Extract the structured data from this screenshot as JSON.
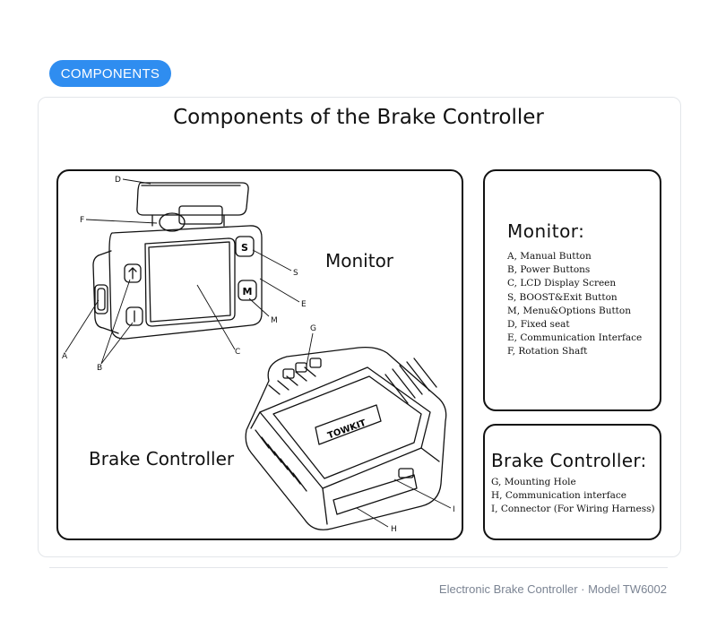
{
  "tag": "COMPONENTS",
  "title": "Components of the Brake Controller",
  "diagram": {
    "monitor_label": "Monitor",
    "brake_label": "Brake Controller",
    "brand": "TOWKIT",
    "button_s": "S",
    "button_m": "M",
    "callouts": {
      "A": "A",
      "B": "B",
      "C": "C",
      "D": "D",
      "E": "E",
      "F": "F",
      "G": "G",
      "H": "H",
      "I": "I",
      "M": "M",
      "S": "S"
    }
  },
  "monitor_panel": {
    "heading": "Monitor:",
    "items": [
      "A,  Manual Button",
      "B,  Power Buttons",
      "C,  LCD Display Screen",
      "S,  BOOST&Exit Button",
      "M,  Menu&Options Button",
      "D,  Fixed seat",
      "E,  Communication Interface",
      "F,  Rotation Shaft"
    ]
  },
  "brake_panel": {
    "heading": "Brake Controller:",
    "items": [
      "G,  Mounting Hole",
      "H,  Communication interface",
      "I,  Connector (For Wiring Harness)"
    ]
  },
  "footer": "Electronic Brake Controller · Model TW6002",
  "colors": {
    "accent": "#2f8df0",
    "border": "#111111",
    "muted": "#7b8493"
  }
}
